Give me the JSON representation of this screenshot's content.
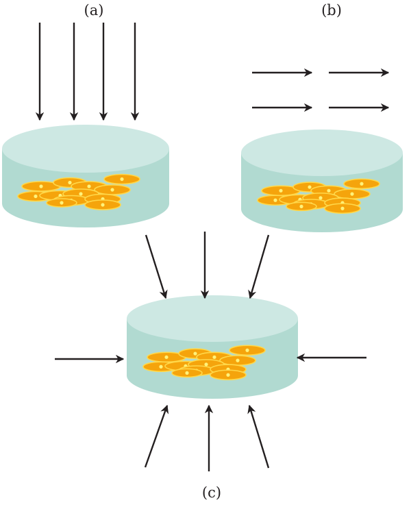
{
  "panels": {
    "a": {
      "label": "(a)"
    },
    "b": {
      "label": "(b)"
    },
    "c": {
      "label": "(c)"
    }
  },
  "colors": {
    "arrow": "#231f20",
    "dish_side": "#b1dad1",
    "dish_top": "#cde8e3",
    "cell_fill": "#f5a40c",
    "cell_outline": "#ffd84a",
    "nucleus": "#fff27a",
    "background": "#ffffff"
  }
}
